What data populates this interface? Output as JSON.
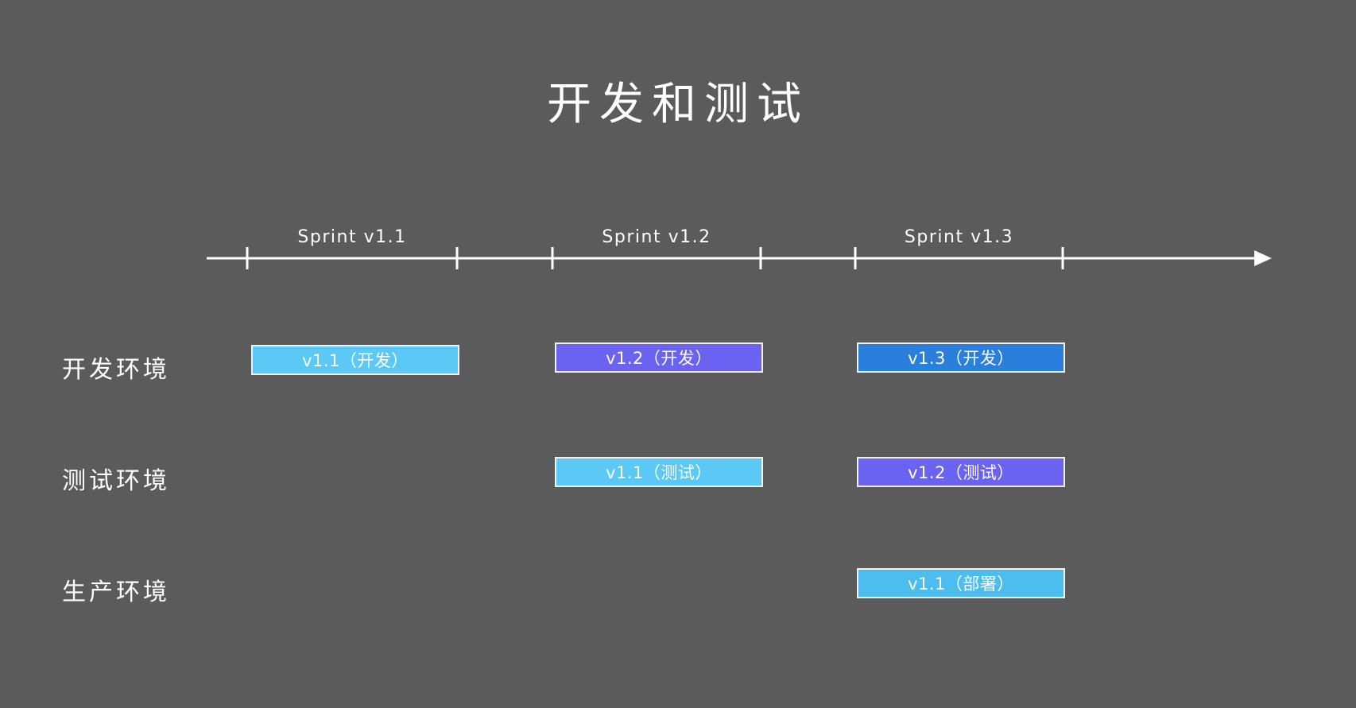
{
  "title": "开发和测试",
  "background_color": "#5b5b5b",
  "text_color": "#ffffff",
  "timeline": {
    "axis_color": "#ffffff",
    "arrow_name": "arrow-right",
    "sprints": [
      {
        "label": "Sprint v1.1"
      },
      {
        "label": "Sprint v1.2"
      },
      {
        "label": "Sprint v1.3"
      }
    ]
  },
  "rows": [
    {
      "label": "开发环境",
      "bars": [
        {
          "text": "v1.1（开发）",
          "color": "#5bc8f5"
        },
        {
          "text": "v1.2（开发）",
          "color": "#6a62f0"
        },
        {
          "text": "v1.3（开发）",
          "color": "#2a7fdc"
        }
      ]
    },
    {
      "label": "测试环境",
      "bars": [
        {
          "text": "v1.1（测试）",
          "color": "#5bc8f5"
        },
        {
          "text": "v1.2（测试）",
          "color": "#6a62f0"
        }
      ]
    },
    {
      "label": "生产环境",
      "bars": [
        {
          "text": "v1.1（部署）",
          "color": "#4dbdf0"
        }
      ]
    }
  ],
  "chart_data": {
    "type": "table",
    "title": "开发和测试",
    "categories": [
      "Sprint v1.1",
      "Sprint v1.2",
      "Sprint v1.3"
    ],
    "series": [
      {
        "name": "开发环境",
        "values": [
          "v1.1（开发）",
          "v1.2（开发）",
          "v1.3（开发）"
        ]
      },
      {
        "name": "测试环境",
        "values": [
          "",
          "v1.1（测试）",
          "v1.2（测试）"
        ]
      },
      {
        "name": "生产环境",
        "values": [
          "",
          "",
          "v1.1（部署）"
        ]
      }
    ],
    "xlabel": "",
    "ylabel": "",
    "grid": false,
    "legend": "none"
  }
}
